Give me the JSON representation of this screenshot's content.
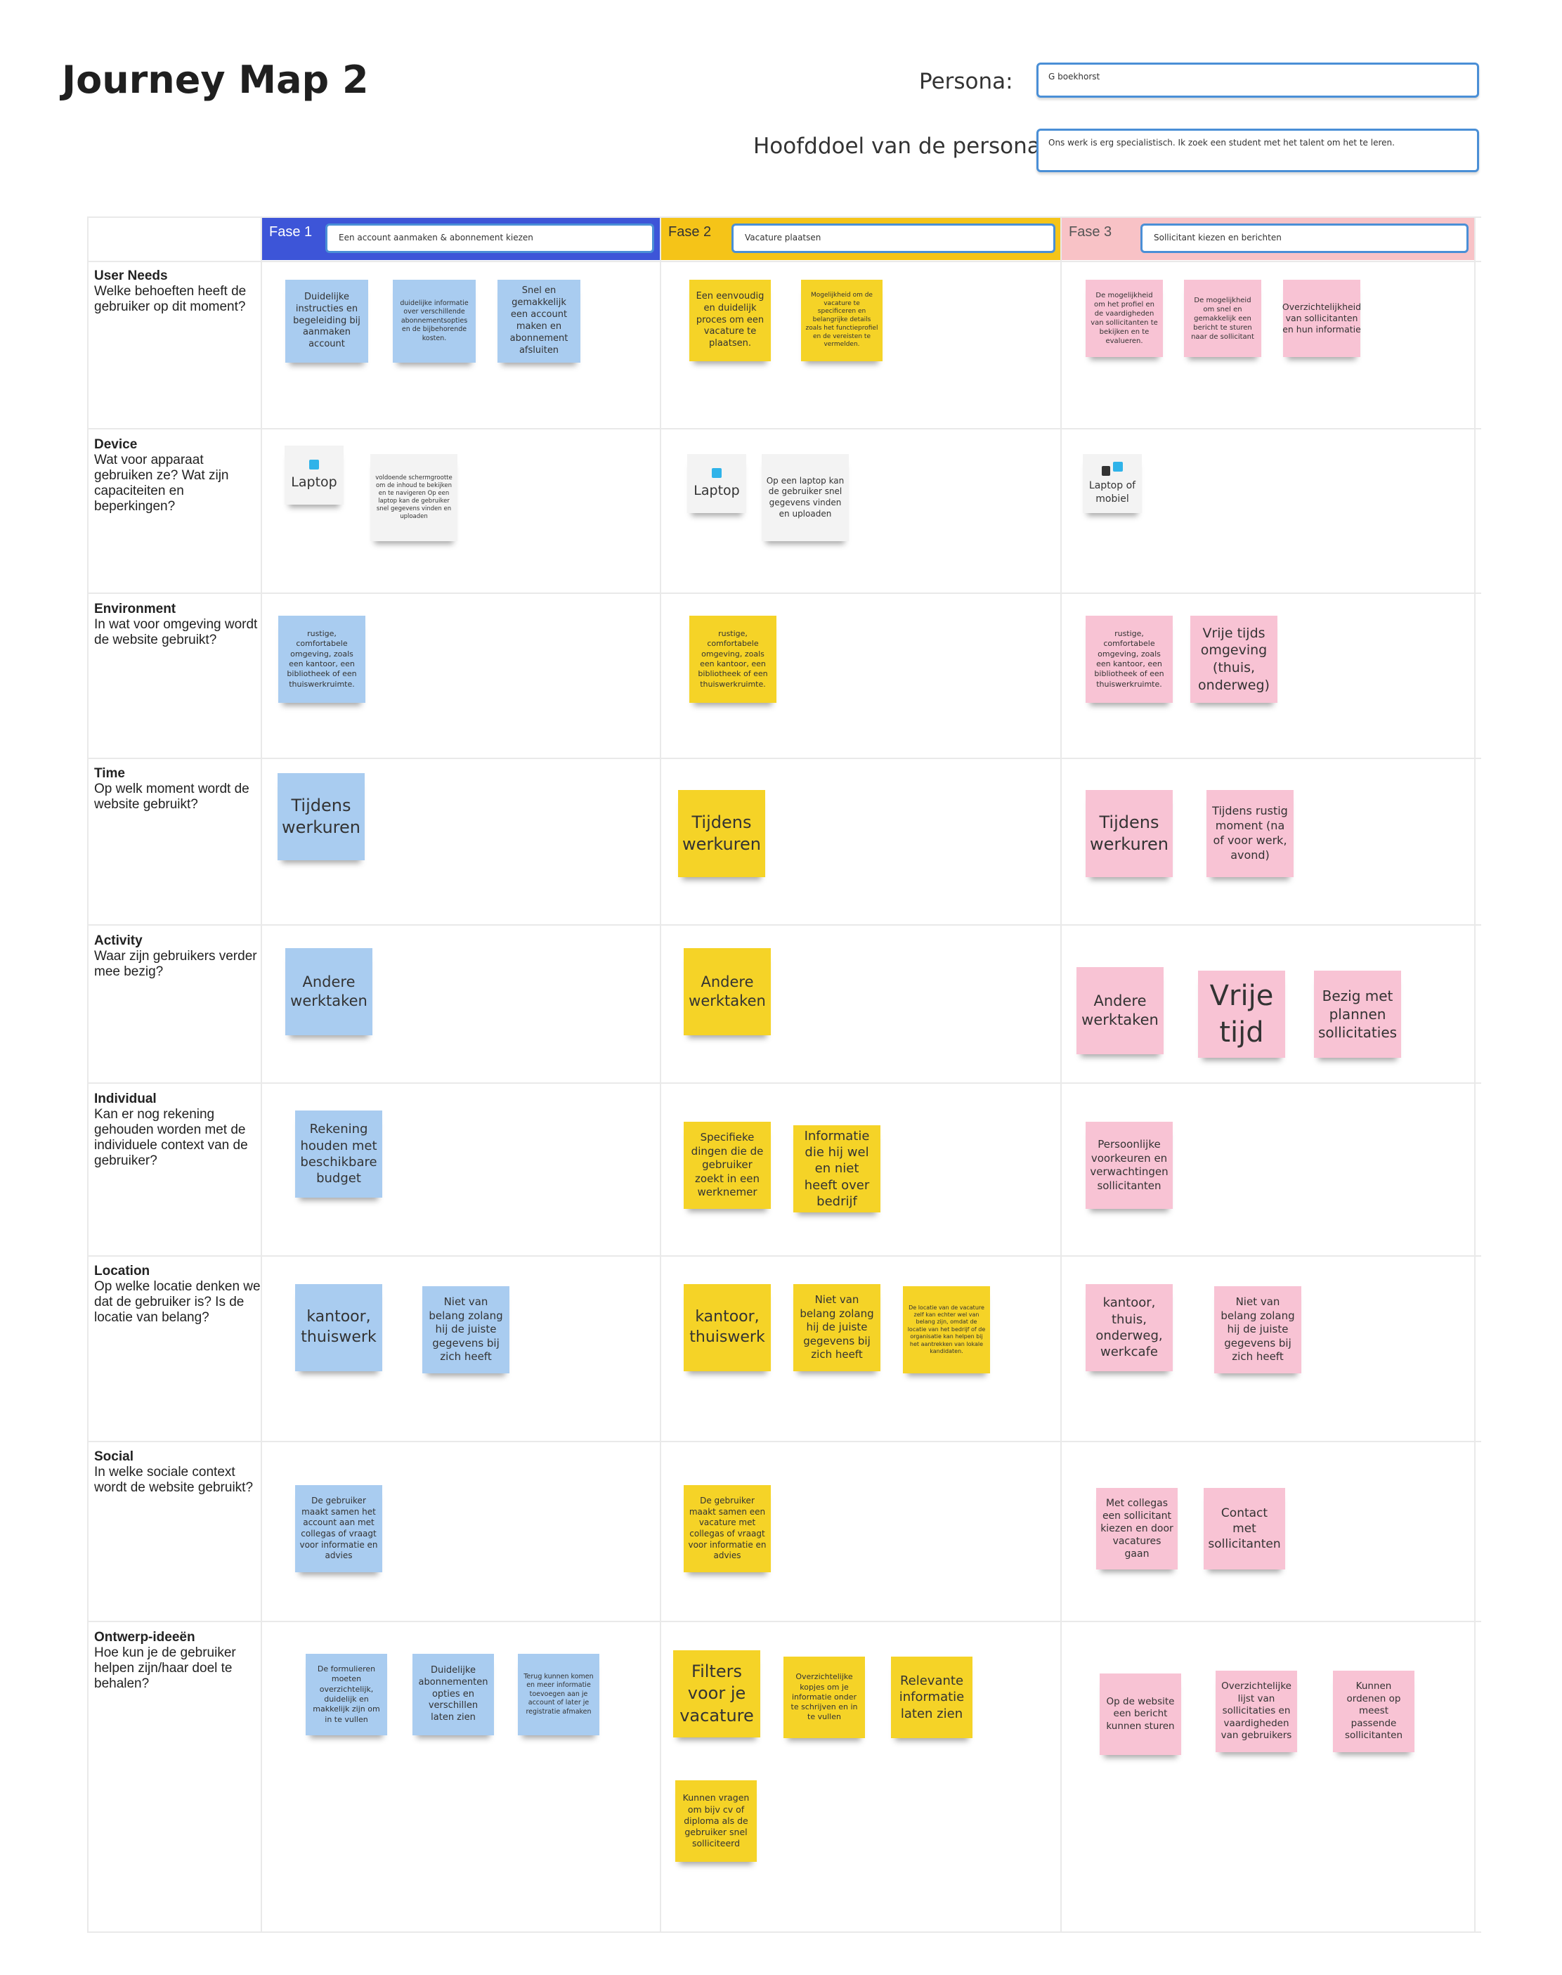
{
  "title": "Journey Map 2",
  "persona": {
    "label": "Persona:",
    "value": "G boekhorst"
  },
  "goal": {
    "label": "Hoofddoel van de persona:",
    "value": "Ons werk is erg specialistisch. Ik zoek een student met het talent om het te leren."
  },
  "phases": [
    {
      "label": "Fase 1",
      "desc": "Een account aanmaken & abonnement kiezen",
      "color": "#3d55d8"
    },
    {
      "label": "Fase 2",
      "desc": "Vacature plaatsen",
      "color": "#f5c418"
    },
    {
      "label": "Fase 3",
      "desc": "Sollicitant kiezen en berichten",
      "color": "#f8c2c6"
    }
  ],
  "rows": [
    {
      "title": "User Needs",
      "sub": "Welke behoeften heeft de gebruiker op dit moment?"
    },
    {
      "title": "Device",
      "sub": "Wat voor apparaat gebruiken ze? Wat zijn capaciteiten en beperkingen?"
    },
    {
      "title": "Environment",
      "sub": "In wat voor omgeving wordt de website gebruikt?"
    },
    {
      "title": "Time",
      "sub": "Op welk moment wordt de website gebruikt?"
    },
    {
      "title": "Activity",
      "sub": "Waar zijn gebruikers verder mee bezig?"
    },
    {
      "title": "Individual",
      "sub": "Kan er nog rekening gehouden worden met de individuele context van de gebruiker?"
    },
    {
      "title": "Location",
      "sub": "Op welke locatie denken we dat de gebruiker is? Is de locatie van belang?"
    },
    {
      "title": "Social",
      "sub": "In welke sociale context wordt de website gebruikt?"
    },
    {
      "title": "Ontwerp-ideeën",
      "sub": "Hoe kun je de gebruiker helpen zijn/haar doel te behalen?"
    }
  ],
  "notes": {
    "un1": "Duidelijke instructies en begeleiding bij aanmaken account",
    "un2": "duidelijke informatie over verschillende abonnementsopties en de bijbehorende kosten.",
    "un3": "Snel en gemakkelijk een account maken en abonnement afsluiten",
    "un4": "Een eenvoudig en duidelijk proces om een vacature te plaatsen.",
    "un5": "Mogelijkheid om de vacature te specificeren en belangrijke details zoals het functieprofiel en de vereisten te vermelden.",
    "un6": "De mogelijkheid om het profiel en de vaardigheden van sollicitanten te bekijken en te evalueren.",
    "un7": "De mogelijkheid om snel en gemakkelijk een bericht te sturen naar de sollicitant",
    "un8": "Overzichtelijkheid van sollicitanten en hun informatie",
    "dv1": "Laptop",
    "dv2": "voldoende schermgrootte om de inhoud te bekijken en te navigeren Op een laptop kan de gebruiker snel gegevens vinden en uploaden",
    "dv3": "Laptop",
    "dv4": "Op een laptop kan de gebruiker snel gegevens vinden en uploaden",
    "dv5": "Laptop of mobiel",
    "en1": "rustige, comfortabele omgeving, zoals een kantoor, een bibliotheek of een thuiswerkruimte.",
    "en2": "rustige, comfortabele omgeving, zoals een kantoor, een bibliotheek of een thuiswerkruimte.",
    "en3": "rustige, comfortabele omgeving, zoals een kantoor, een bibliotheek of een thuiswerkruimte.",
    "en4": "Vrije tijds omgeving (thuis, onderweg)",
    "tm1": "Tijdens werkuren",
    "tm2": "Tijdens werkuren",
    "tm3": "Tijdens werkuren",
    "tm4": "Tijdens rustig moment (na of voor werk, avond)",
    "ac1": "Andere werktaken",
    "ac2": "Andere werktaken",
    "ac3": "Andere werktaken",
    "ac4": "Vrije tijd",
    "ac5": "Bezig met plannen sollicitaties",
    "in1": "Rekening houden met beschikbare budget",
    "in2": "Specifieke dingen die de gebruiker zoekt in een werknemer",
    "in3": "Informatie die hij wel en niet heeft over bedrijf",
    "in4": "Persoonlijke voorkeuren en verwachtingen sollicitanten",
    "lo1": "kantoor, thuiswerk",
    "lo2": "Niet van belang zolang hij de juiste gegevens bij zich heeft",
    "lo3": "kantoor, thuiswerk",
    "lo4": "Niet van belang zolang hij de juiste gegevens bij zich heeft",
    "lo5": "De locatie van de vacature zelf kan echter wel van belang zijn, omdat de locatie van het bedrijf of de organisatie kan helpen bij het aantrekken van lokale kandidaten.",
    "lo6": "kantoor, thuis, onderweg, werkcafe",
    "lo7": "Niet van belang zolang hij de juiste gegevens bij zich heeft",
    "so1": "De gebruiker maakt samen het account aan met collegas of vraagt voor informatie en advies",
    "so2": "De gebruiker maakt samen een vacature met collegas of vraagt voor informatie en advies",
    "so3": "Met collegas een sollicitant kiezen en door vacatures gaan",
    "so4": "Contact met sollicitanten",
    "ow1": "De formulieren moeten overzichtelijk, duidelijk en makkelijk zijn om in te vullen",
    "ow2": "Duidelijke abonnementen opties en verschillen laten zien",
    "ow3": "Terug kunnen komen en meer informatie toevoegen aan je account of later je registratie afmaken",
    "ow4": "Filters voor je vacature",
    "ow5": "Overzichtelijke kopjes om je informatie onder te schrijven en in te vullen",
    "ow6": "Relevante informatie laten zien",
    "ow7": "Kunnen vragen om bijv cv of diploma als de gebruiker snel solliciteerd",
    "ow8": "Op de website een bericht kunnen sturen",
    "ow9": "Overzichtelijke lijst van sollicitaties en vaardigheden van gebruikers",
    "ow10": "Kunnen ordenen op meest passende sollicitanten"
  }
}
